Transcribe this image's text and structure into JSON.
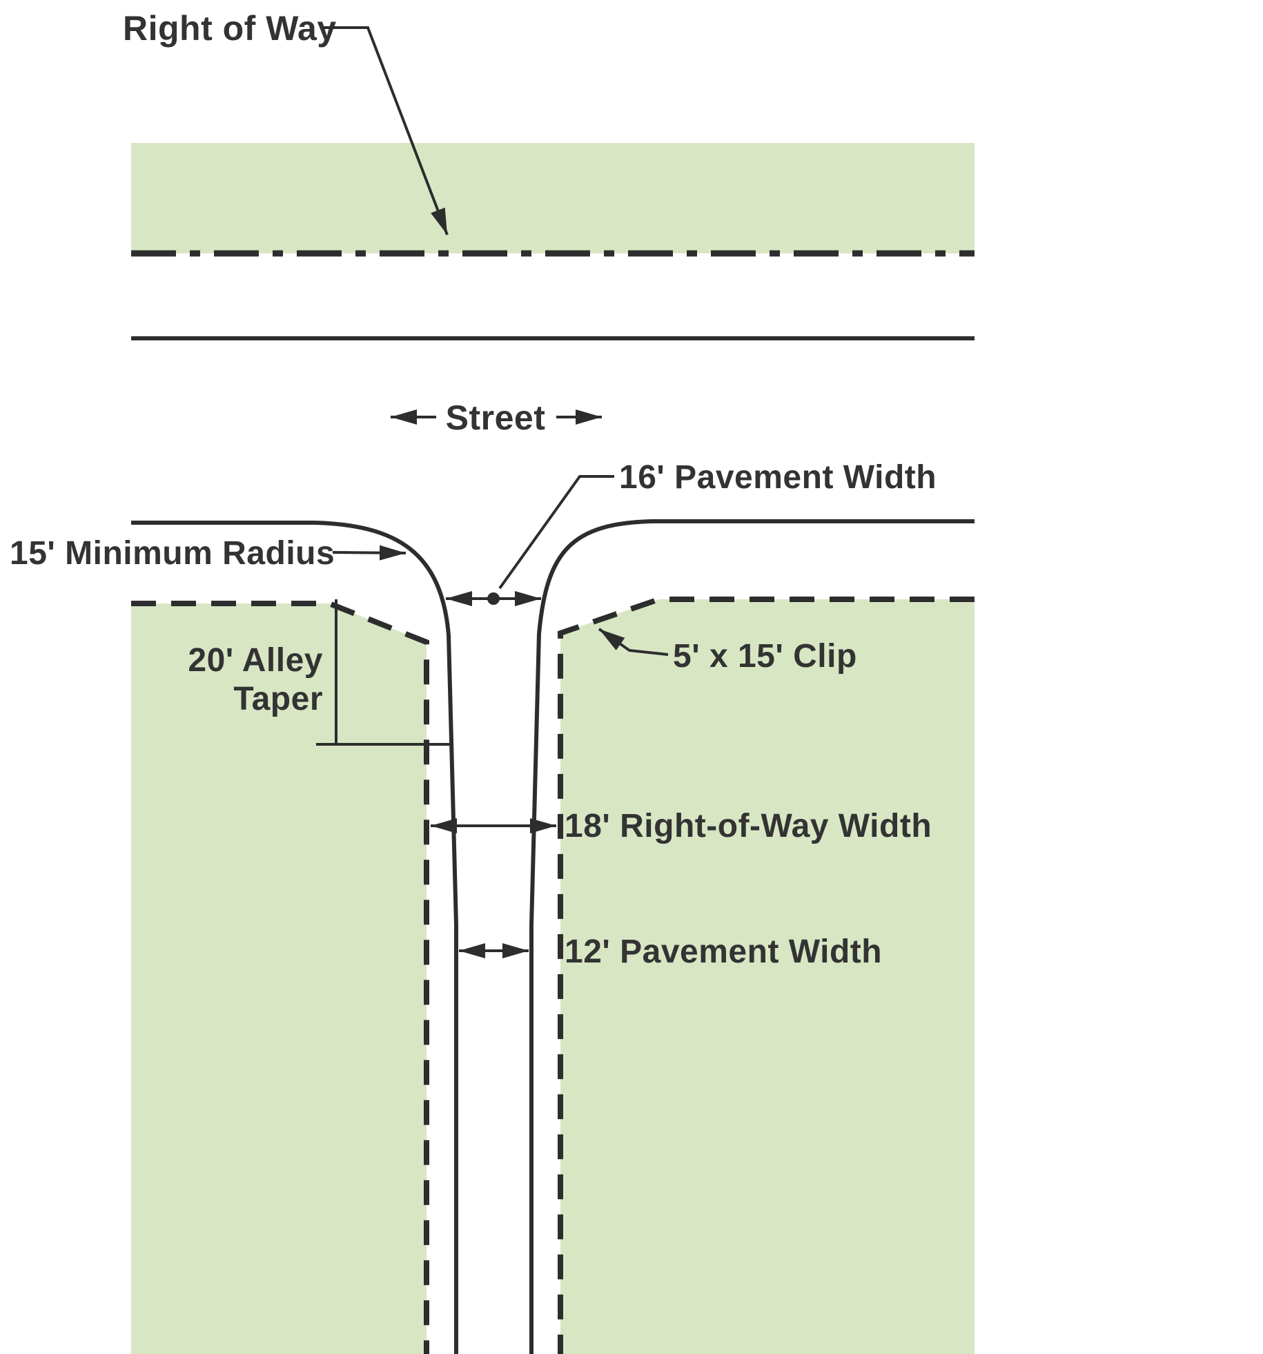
{
  "colors": {
    "background": "#ffffff",
    "parcel-green": "#d8e6c4",
    "ink": "#333333",
    "line": "#2d2d2d"
  },
  "labels": {
    "right_of_way": "Right of Way",
    "street": "Street",
    "pavement_width_16": "16' Pavement Width",
    "minimum_radius": "15' Minimum Radius",
    "alley_taper_line1": "20' Alley",
    "alley_taper_line2": "Taper",
    "clip": "5' x 15' Clip",
    "row_width_18": "18' Right-of-Way Width",
    "pavement_width_12": "12' Pavement Width"
  }
}
